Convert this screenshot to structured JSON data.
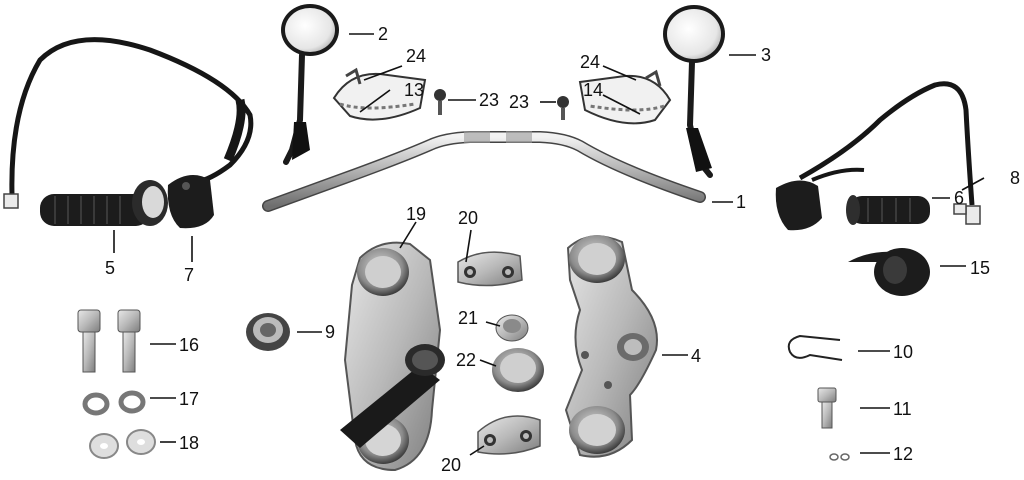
{
  "callouts": {
    "c1": "1",
    "c2": "2",
    "c3": "3",
    "c4": "4",
    "c5": "5",
    "c6": "6",
    "c7": "7",
    "c8": "8",
    "c9": "9",
    "c10": "10",
    "c11": "11",
    "c12": "12",
    "c13": "13",
    "c14": "14",
    "c15": "15",
    "c16": "16",
    "c17": "17",
    "c18": "18",
    "c19": "19",
    "c20a": "20",
    "c20b": "20",
    "c21": "21",
    "c22": "22",
    "c23a": "23",
    "c23b": "23",
    "c24a": "24",
    "c24b": "24"
  },
  "colors": {
    "line": "#111111",
    "rubber": "#1c1c1c",
    "metal": "#c8c8c8",
    "metal_dark": "#8a8a8a",
    "background": "#ffffff"
  }
}
